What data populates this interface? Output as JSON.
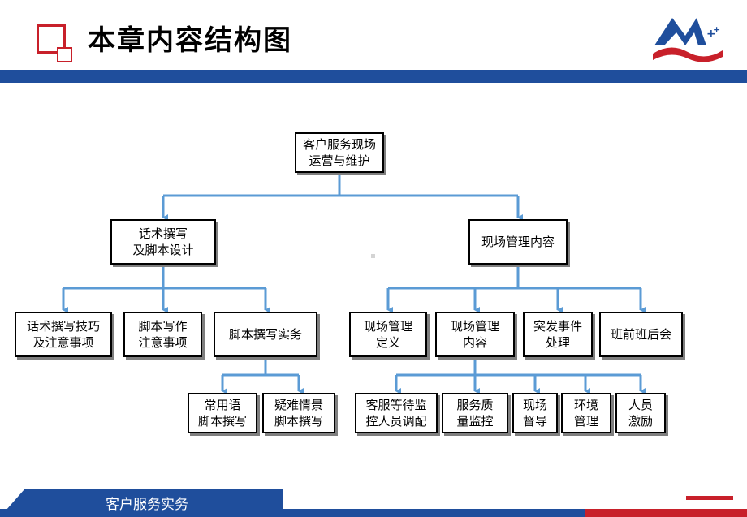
{
  "header": {
    "title": "本章内容结构图"
  },
  "footer": {
    "text": "客户服务实务"
  },
  "colors": {
    "accent_blue": "#1f4e9c",
    "accent_red": "#c8202a",
    "connector": "#5b9bd5"
  },
  "diagram": {
    "root": "客户服务现场\n运营与维护",
    "branch_left": "话术撰写\n及脚本设计",
    "branch_right": "现场管理内容",
    "left_children": [
      "话术撰写技巧\n及注意事项",
      "脚本写作\n注意事项",
      "脚本撰写实务"
    ],
    "right_children": [
      "现场管理\n定义",
      "现场管理\n内容",
      "突发事件\n处理",
      "班前班后会"
    ],
    "script_practice_children": [
      "常用语\n脚本撰写",
      "疑难情景\n脚本撰写"
    ],
    "management_children": [
      "客服等待监\n控人员调配",
      "服务质\n量监控",
      "现场\n督导",
      "环境\n管理",
      "人员\n激励"
    ]
  }
}
